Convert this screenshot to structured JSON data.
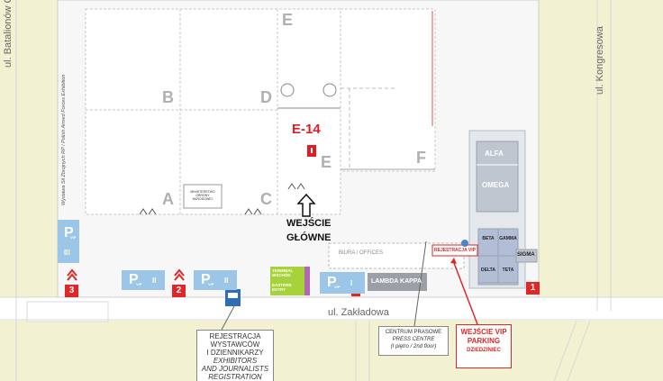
{
  "streets": {
    "batalionow": "ul. Batalionów C",
    "kongresowa": "ul. Kongresowa",
    "zakladowa": "ul. Zakładowa"
  },
  "halls": [
    "B",
    "D",
    "A",
    "C",
    "E",
    "E",
    "F"
  ],
  "highlight": {
    "label": "E-14",
    "color": "#e31b23"
  },
  "exhibition_caption": "Wystawa Sił Zbrojnych RP / Polish Armed Forces Exhibition",
  "small_room": "MINISTERSTWO OBRONY NARODOWEJ",
  "main_entrance": [
    "WEJŚCIE",
    "GŁÓWNE"
  ],
  "buildings": {
    "alfa": "ALFA",
    "omega": "OMEGA",
    "beta": "BETA",
    "gamma": "GAMMA",
    "delta": "DELTA",
    "teta": "TETA",
    "sigma": "SIGMA",
    "lambda_kappa": "LAMBDA KAPPA",
    "biura": "BIURA / OFFICES",
    "rejestracja_vip": "REJESTRACJA VIP"
  },
  "terminal": [
    "TERMINAL",
    "WSCHÓD",
    "EASTERN",
    "ENTRY"
  ],
  "parking": [
    {
      "letter": "P",
      "sub": "VIP",
      "num": "III"
    },
    {
      "letter": "P",
      "sub": "VIP",
      "num": "II"
    },
    {
      "letter": "P",
      "sub": "VIP",
      "num": "II"
    },
    {
      "letter": "P",
      "sub": "VIP",
      "num": "I"
    }
  ],
  "badges": [
    "3",
    "2",
    "1"
  ],
  "callouts": {
    "registration": [
      "REJESTRACJA",
      "WYSTAWCÓW",
      "I DZIENNIKARZY",
      "EXHIBITORS",
      "AND JOURNALISTS",
      "REGISTRATION"
    ],
    "press": [
      "CENTRUM PRASOWE",
      "PRESS CENTRE",
      "(I piętro / 2nd floor)"
    ],
    "vip": [
      "WEJŚCIE VIP",
      "PARKING",
      "DZIEDZINIEC"
    ]
  },
  "colors": {
    "grass": "#f2f2d2",
    "road": "#ffffff",
    "hall_line": "#c8c8c8",
    "parking_blue": "#9cc6e8",
    "red": "#e02626",
    "terminal_green": "#a8d23a",
    "building_gray": "#bfc6d0"
  }
}
